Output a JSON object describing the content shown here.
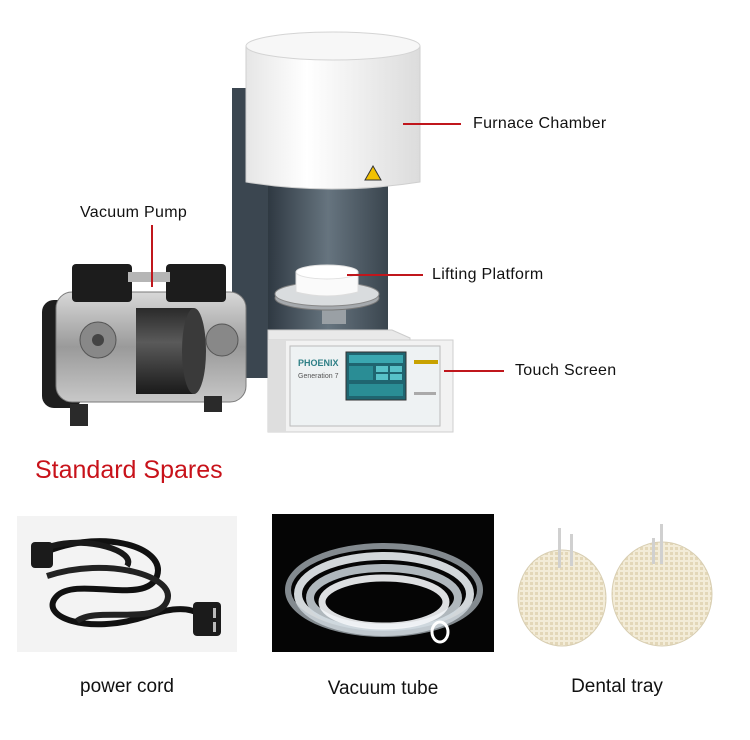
{
  "callouts": {
    "furnace_chamber": "Furnace Chamber",
    "vacuum_pump": "Vacuum Pump",
    "lifting_platform": "Lifting Platform",
    "touch_screen": "Touch Screen"
  },
  "device_branding": {
    "brand": "PHOENIX",
    "model": "Generation 7"
  },
  "section_title": "Standard Spares",
  "spares": [
    {
      "label": "power cord"
    },
    {
      "label": "Vacuum tube"
    },
    {
      "label": "Dental tray"
    }
  ],
  "colors": {
    "accent_red": "#c8121a",
    "furnace_white": "#f4f4f4",
    "body_dark": "#3d4750",
    "screen_teal": "#2e7f86"
  }
}
